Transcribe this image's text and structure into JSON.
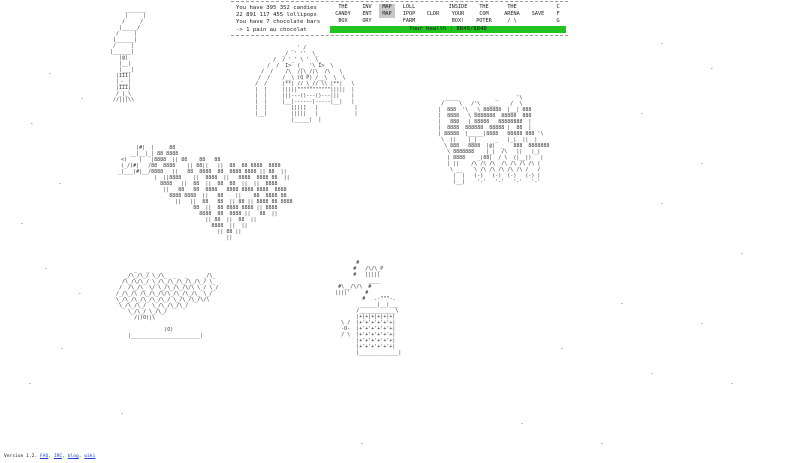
{
  "hud": {
    "candies_text": "You have 395 352 candies",
    "lollipops_text": "22 891 117 455 lollipops",
    "chocolate_text": "You have 7 chocolate bars",
    "pain_text": "-> 1 pain au chocolat",
    "health_text": "Your health : 8840/8840",
    "menu_row1": [
      "THE",
      "INV",
      "MAP",
      "LOLL",
      "INSIDE",
      "THE",
      "THE",
      "C"
    ],
    "menu_row2": [
      "CANDY",
      "ENT",
      "MAP",
      "IPOP",
      "CLDR",
      "YOUR",
      "COM",
      "ARENA",
      "SAVE",
      "F"
    ],
    "menu_row3": [
      "BOX",
      "ORY",
      "",
      "FARM",
      "",
      "BOX!",
      "POTER",
      "/ \\",
      "",
      "G"
    ]
  },
  "footer": {
    "version": "Version 1.2.",
    "links": [
      "FAQ",
      "IRC",
      "blog",
      "wiki"
    ]
  },
  "colors": {
    "health": "#21c321",
    "selected_tab": "#c8c8c8",
    "link": "#1f3fd6"
  }
}
